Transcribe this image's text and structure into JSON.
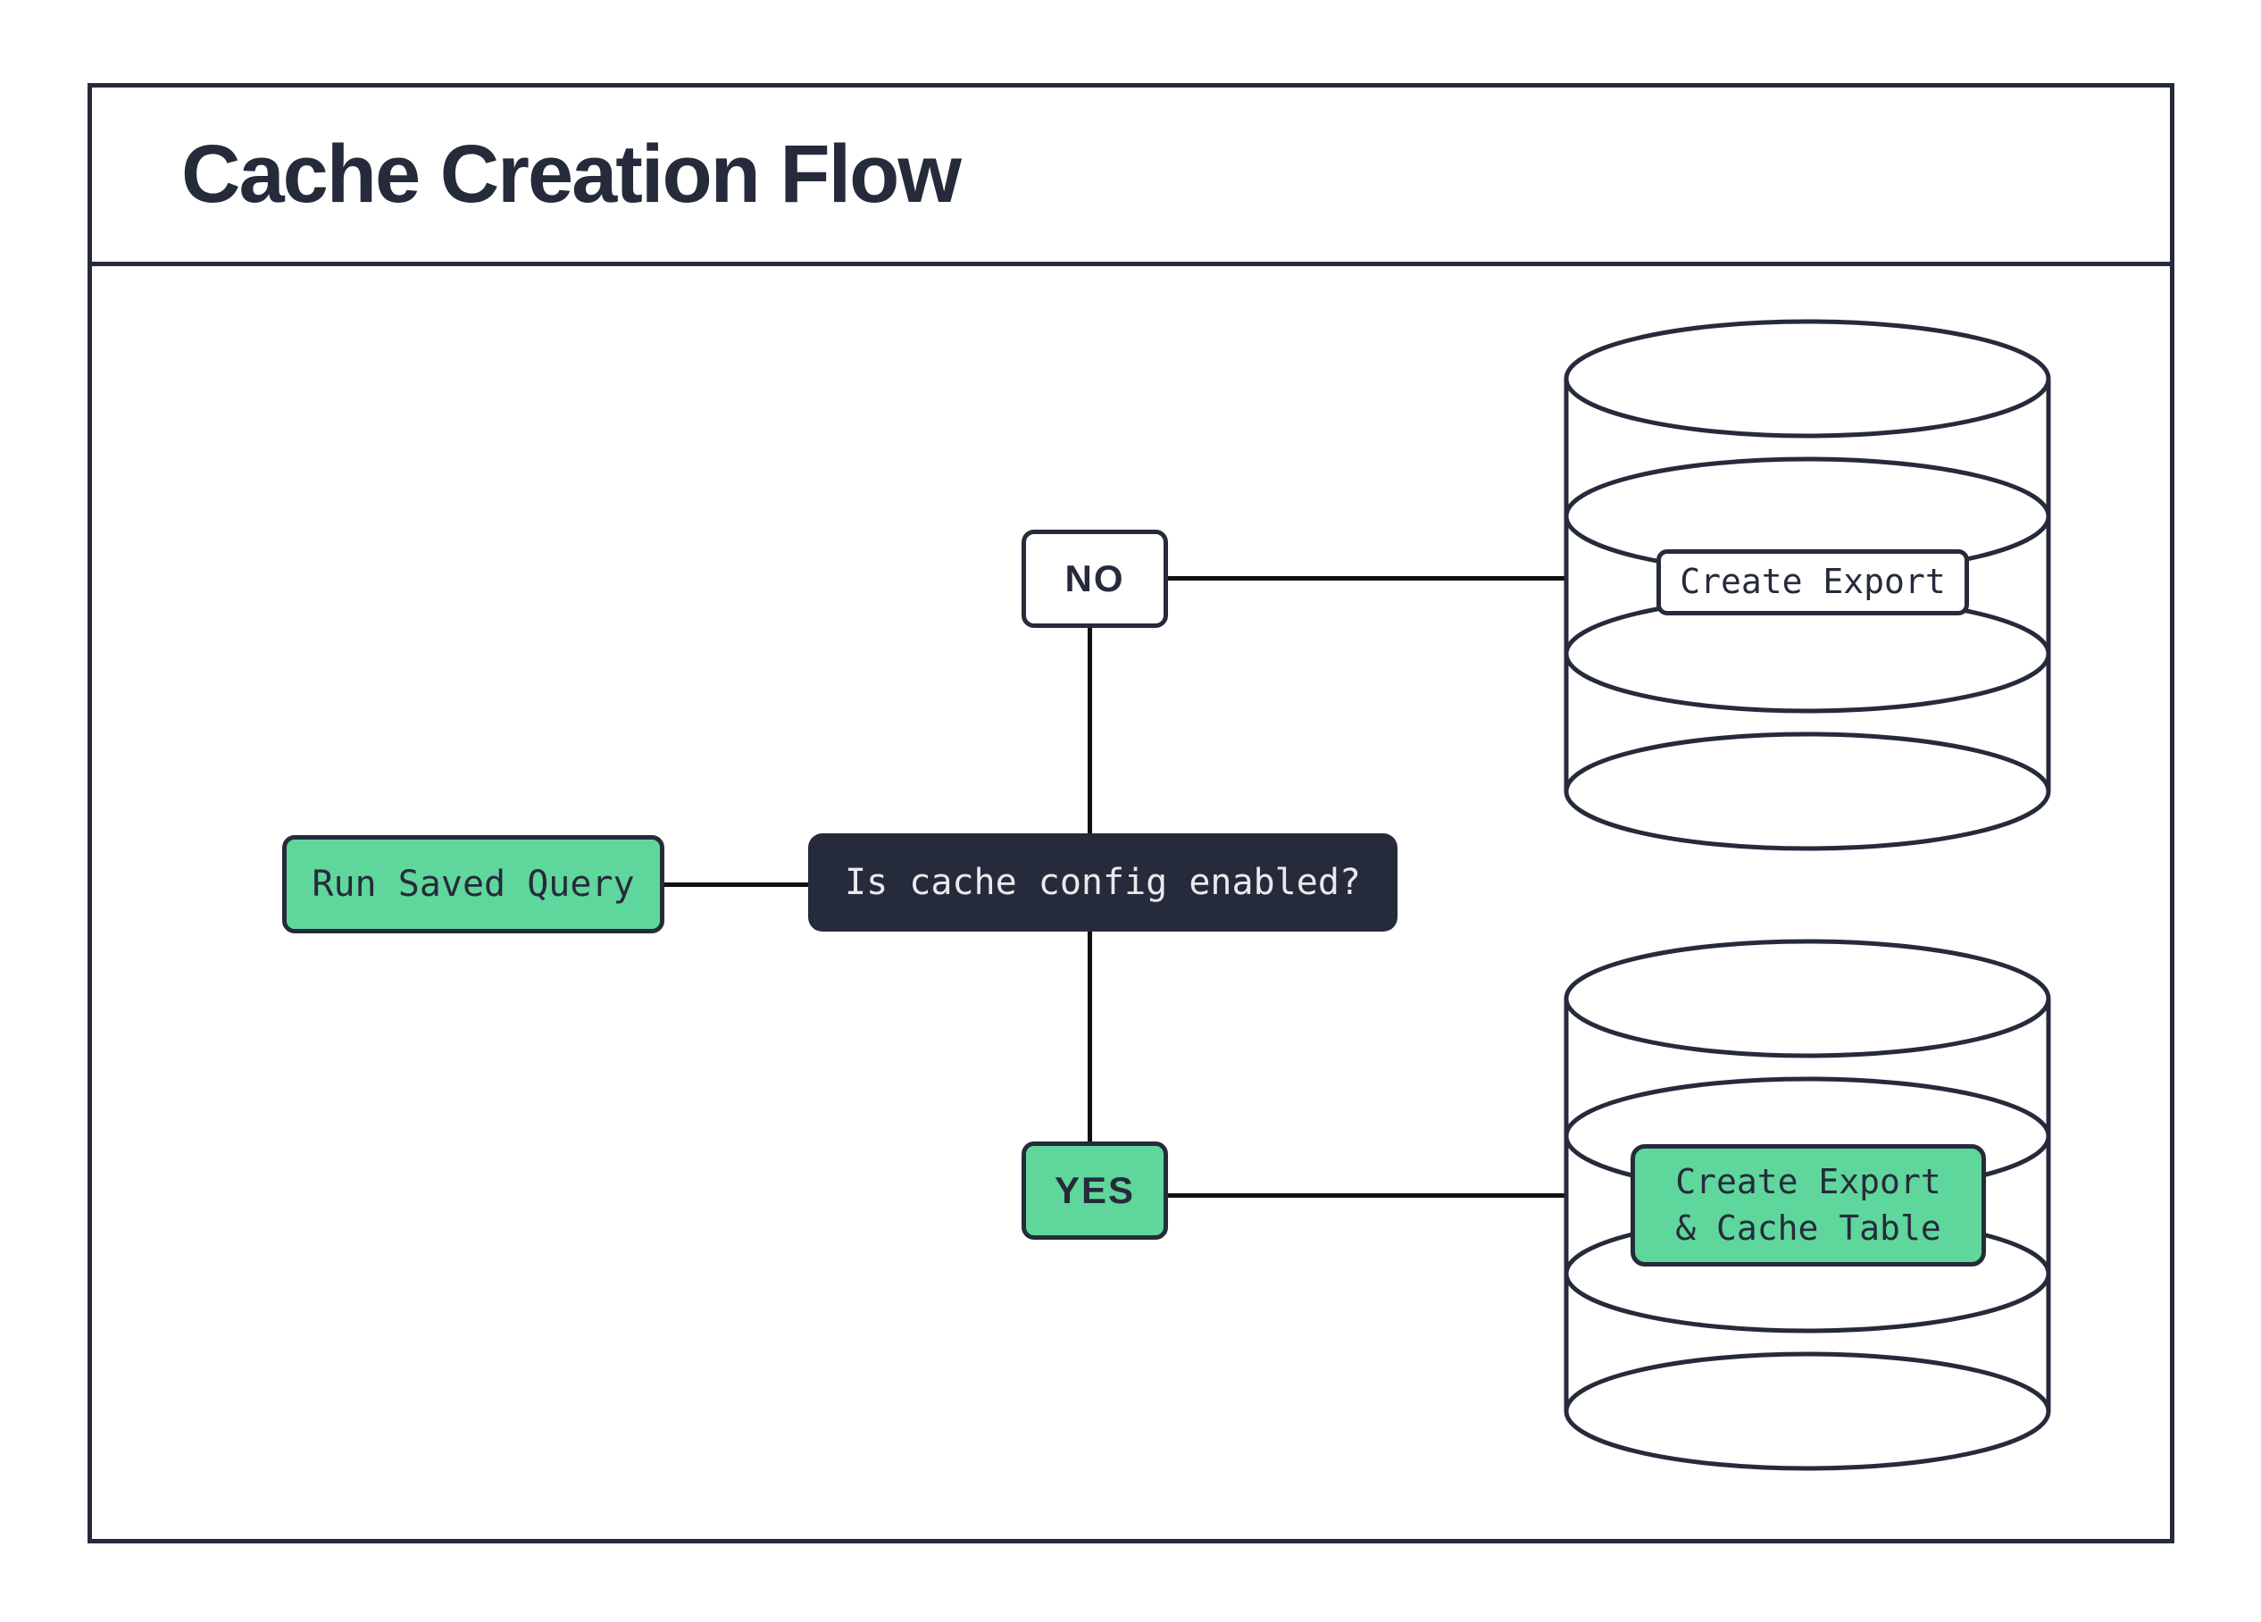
{
  "title": "Cache Creation Flow",
  "flow": {
    "start": {
      "label": "Run Saved Query"
    },
    "decision": {
      "label": "Is cache config enabled?"
    },
    "no_branch": {
      "label": "NO",
      "outcome": "Create Export",
      "target_icon": "database-icon"
    },
    "yes_branch": {
      "label": "YES",
      "outcome": "Create Export\n& Cache Table",
      "target_icon": "database-icon"
    }
  },
  "colors": {
    "ink": "#262B3B",
    "green": "#5FD79C",
    "connector": "#111111",
    "decision_text": "#E9EAEC",
    "background": "#FFFFFF"
  }
}
